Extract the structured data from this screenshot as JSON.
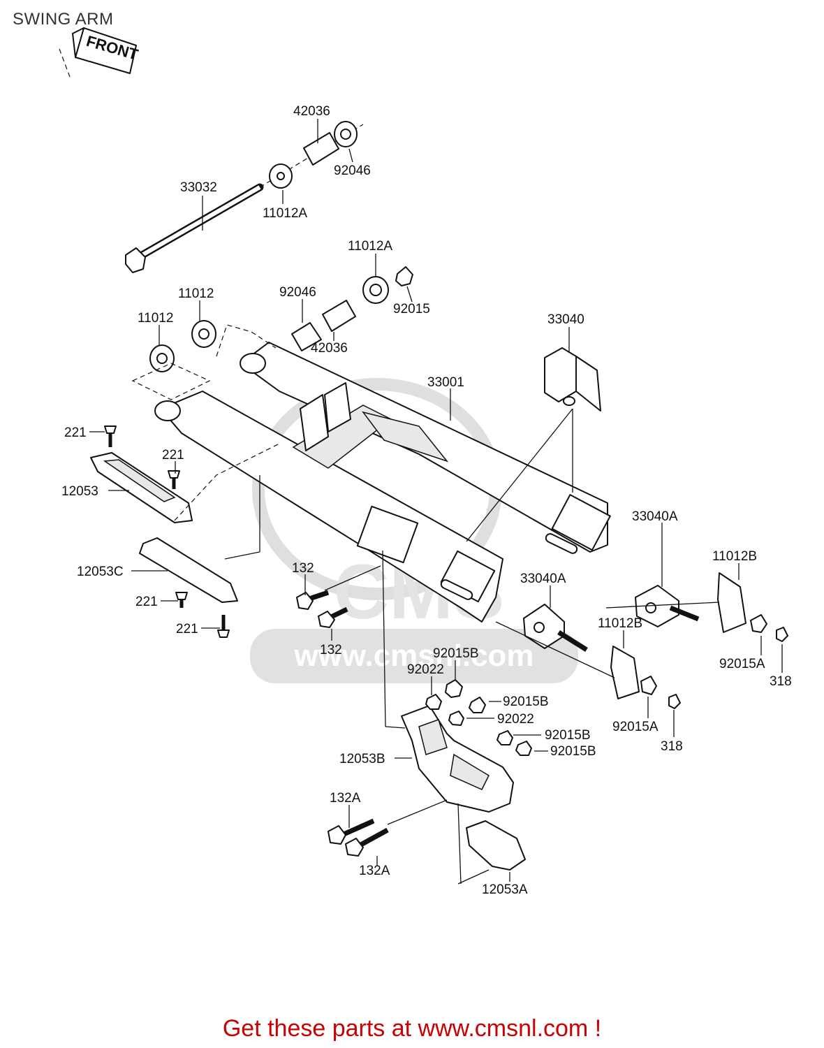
{
  "diagram": {
    "title": "SWING ARM",
    "front_label": "FRONT",
    "watermark": {
      "text": "www.cmsnl.com",
      "logo_text": "CMS"
    },
    "part_labels": [
      "42036",
      "92046",
      "33032",
      "11012A",
      "11012A",
      "92046",
      "92015",
      "42036",
      "11012",
      "11012",
      "33040",
      "33001",
      "221",
      "221",
      "12053",
      "33040A",
      "11012B",
      "12053C",
      "221",
      "221",
      "132",
      "132",
      "33040A",
      "11012B",
      "92015B",
      "92022",
      "92015B",
      "92022",
      "92015B",
      "92015B",
      "92015A",
      "318",
      "92015A",
      "318",
      "12053B",
      "132A",
      "132A",
      "12053A"
    ],
    "colors": {
      "line": "#111111",
      "footer": "#cc0000",
      "watermark": "#d9d9d9"
    }
  },
  "footer": {
    "text": "Get these parts at www.cmsnl.com !"
  }
}
